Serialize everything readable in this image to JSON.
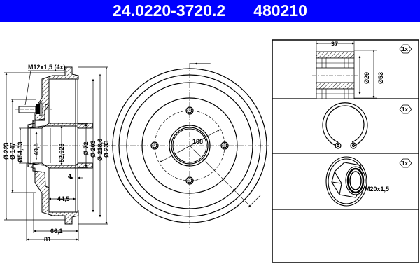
{
  "header": {
    "part_number": "24.0220-3720.2",
    "ref_number": "480210",
    "background": "#0000ff",
    "text_color": "#ffffff"
  },
  "section_view": {
    "thread_label": "M12x1,5 (4x)",
    "dimensions": {
      "d223": "Ø 223",
      "d147": "Ø 147",
      "d54_33": "Ø54,33",
      "d49_5": "49,5",
      "d52_923": "52,923",
      "d72": "Ø 72",
      "d203": "Ø 203",
      "d218_6": "Ø 218,6",
      "d233": "Ø 233",
      "w4": "4",
      "w44_5": "44,5",
      "w66_1": "66,1",
      "w81": "81"
    }
  },
  "front_view": {
    "bolt_circle": "108",
    "bolt_holes": 4
  },
  "parts_panel": {
    "items": [
      {
        "name": "wheel-bearing",
        "qty": "1x",
        "dims": {
          "width": "37",
          "inner": "Ø29",
          "outer": "Ø53"
        }
      },
      {
        "name": "circlip",
        "qty": "1x"
      },
      {
        "name": "axle-nut",
        "qty": "1x",
        "thread": "M20x1,5"
      },
      {
        "name": "empty-slot"
      }
    ]
  }
}
